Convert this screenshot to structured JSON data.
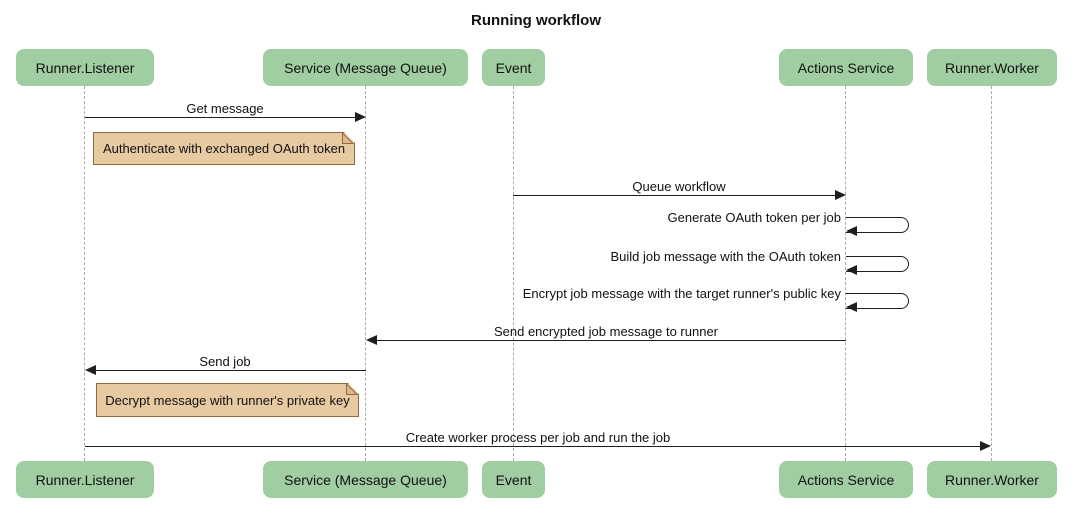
{
  "title": "Running workflow",
  "colors": {
    "actor_fill": "#a0cea2",
    "note_fill": "#e7caa2",
    "note_border": "#8f6b3e",
    "note_fold": "#dcb88b",
    "line": "#1f1f1f",
    "lifeline": "#aaaaaa",
    "text": "#111111",
    "background": "#ffffff"
  },
  "diagram": {
    "type": "sequence",
    "actors": [
      {
        "label": "Runner.Listener"
      },
      {
        "label": "Service (Message Queue)"
      },
      {
        "label": "Event"
      },
      {
        "label": "Actions Service"
      },
      {
        "label": "Runner.Worker"
      }
    ],
    "messages": [
      {
        "from": "Runner.Listener",
        "to": "Service (Message Queue)",
        "label": "Get message",
        "type": "solid-arrow"
      },
      {
        "from": "Event",
        "to": "Actions Service",
        "label": "Queue workflow",
        "type": "solid-arrow"
      },
      {
        "from": "Actions Service",
        "to": "Actions Service",
        "label": "Generate OAuth token per job",
        "type": "self"
      },
      {
        "from": "Actions Service",
        "to": "Actions Service",
        "label": "Build job message with the OAuth token",
        "type": "self"
      },
      {
        "from": "Actions Service",
        "to": "Actions Service",
        "label": "Encrypt job message with the target runner's public key",
        "type": "self"
      },
      {
        "from": "Actions Service",
        "to": "Service (Message Queue)",
        "label": "Send encrypted job message to runner",
        "type": "solid-arrow"
      },
      {
        "from": "Service (Message Queue)",
        "to": "Runner.Listener",
        "label": "Send job",
        "type": "solid-arrow"
      },
      {
        "from": "Runner.Listener",
        "to": "Runner.Worker",
        "label": "Create worker process per job and run the job",
        "type": "solid-arrow"
      }
    ],
    "notes": [
      {
        "text": "Authenticate with exchanged OAuth token",
        "over": "Runner.Listener"
      },
      {
        "text": "Decrypt message with runner's private key",
        "over": "Runner.Listener"
      }
    ]
  }
}
